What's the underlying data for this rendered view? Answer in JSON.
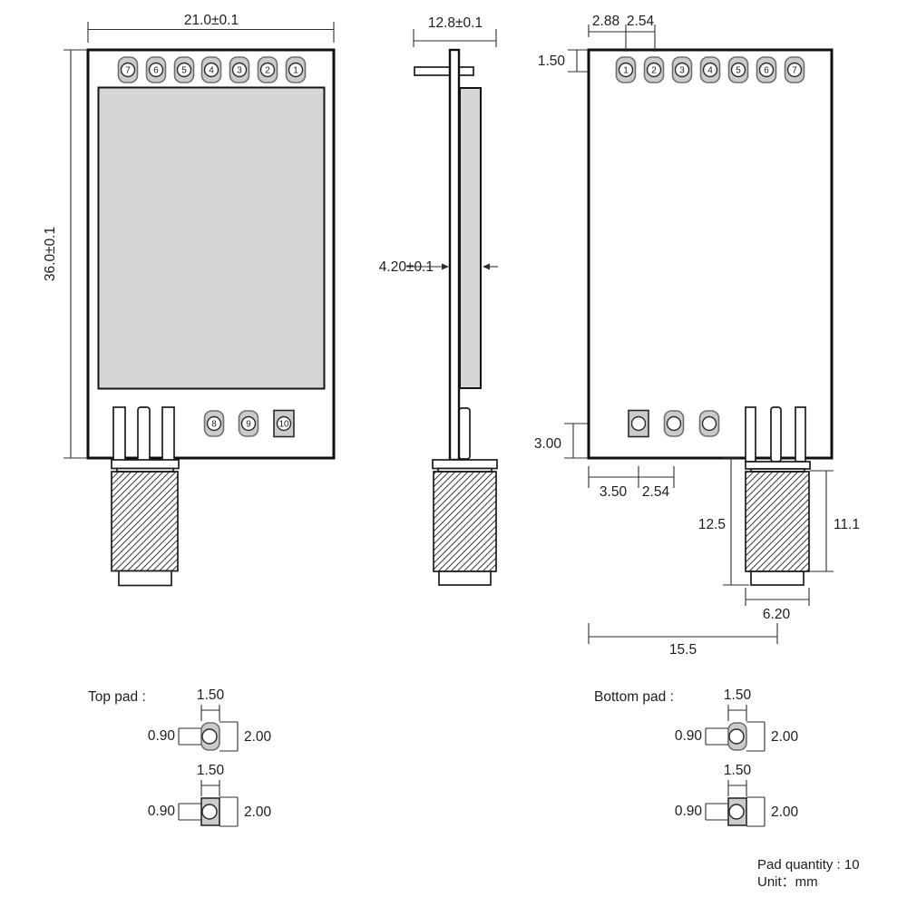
{
  "front_view": {
    "width_dim": "21.0±0.1",
    "height_dim": "36.0±0.1",
    "top_pad_numbers": [
      "7",
      "6",
      "5",
      "4",
      "3",
      "2",
      "1"
    ],
    "bottom_pad_numbers": [
      "8",
      "9",
      "10"
    ]
  },
  "side_view": {
    "width_dim": "12.8±0.1",
    "thickness_dim": "4.20±0.1"
  },
  "back_view": {
    "pad_edge_offset_dim": "2.88",
    "pad_pitch_dim": "2.54",
    "top_margin_dim": "1.50",
    "top_pad_numbers": [
      "1",
      "2",
      "3",
      "4",
      "5",
      "6",
      "7"
    ],
    "bottom_margin_dim": "3.00",
    "bottom_pad_offset_dim": "3.50",
    "bottom_pad_pitch_dim": "2.54",
    "connector_overall_dim": "12.5",
    "connector_body_dim": "11.1",
    "connector_width_dim": "6.20",
    "connector_center_offset_dim": "15.5"
  },
  "top_pad_detail": {
    "label": "Top pad :",
    "round_pad": {
      "width_dim": "1.50",
      "hole_dim": "0.90",
      "height_dim": "2.00"
    },
    "square_pad": {
      "width_dim": "1.50",
      "hole_dim": "0.90",
      "height_dim": "2.00"
    }
  },
  "bottom_pad_detail": {
    "label": "Bottom pad :",
    "round_pad": {
      "width_dim": "1.50",
      "hole_dim": "0.90",
      "height_dim": "2.00"
    },
    "square_pad": {
      "width_dim": "1.50",
      "hole_dim": "0.90",
      "height_dim": "2.00"
    }
  },
  "notes": {
    "pad_quantity": "Pad quantity : 10",
    "unit": "Unit：mm"
  },
  "colors": {
    "line": "#1d1d1d",
    "pad_fill": "#cbcbcb",
    "pad_stroke": "#6f6f6f",
    "shield_fill": "#d6d6d6",
    "background": "#ffffff"
  }
}
